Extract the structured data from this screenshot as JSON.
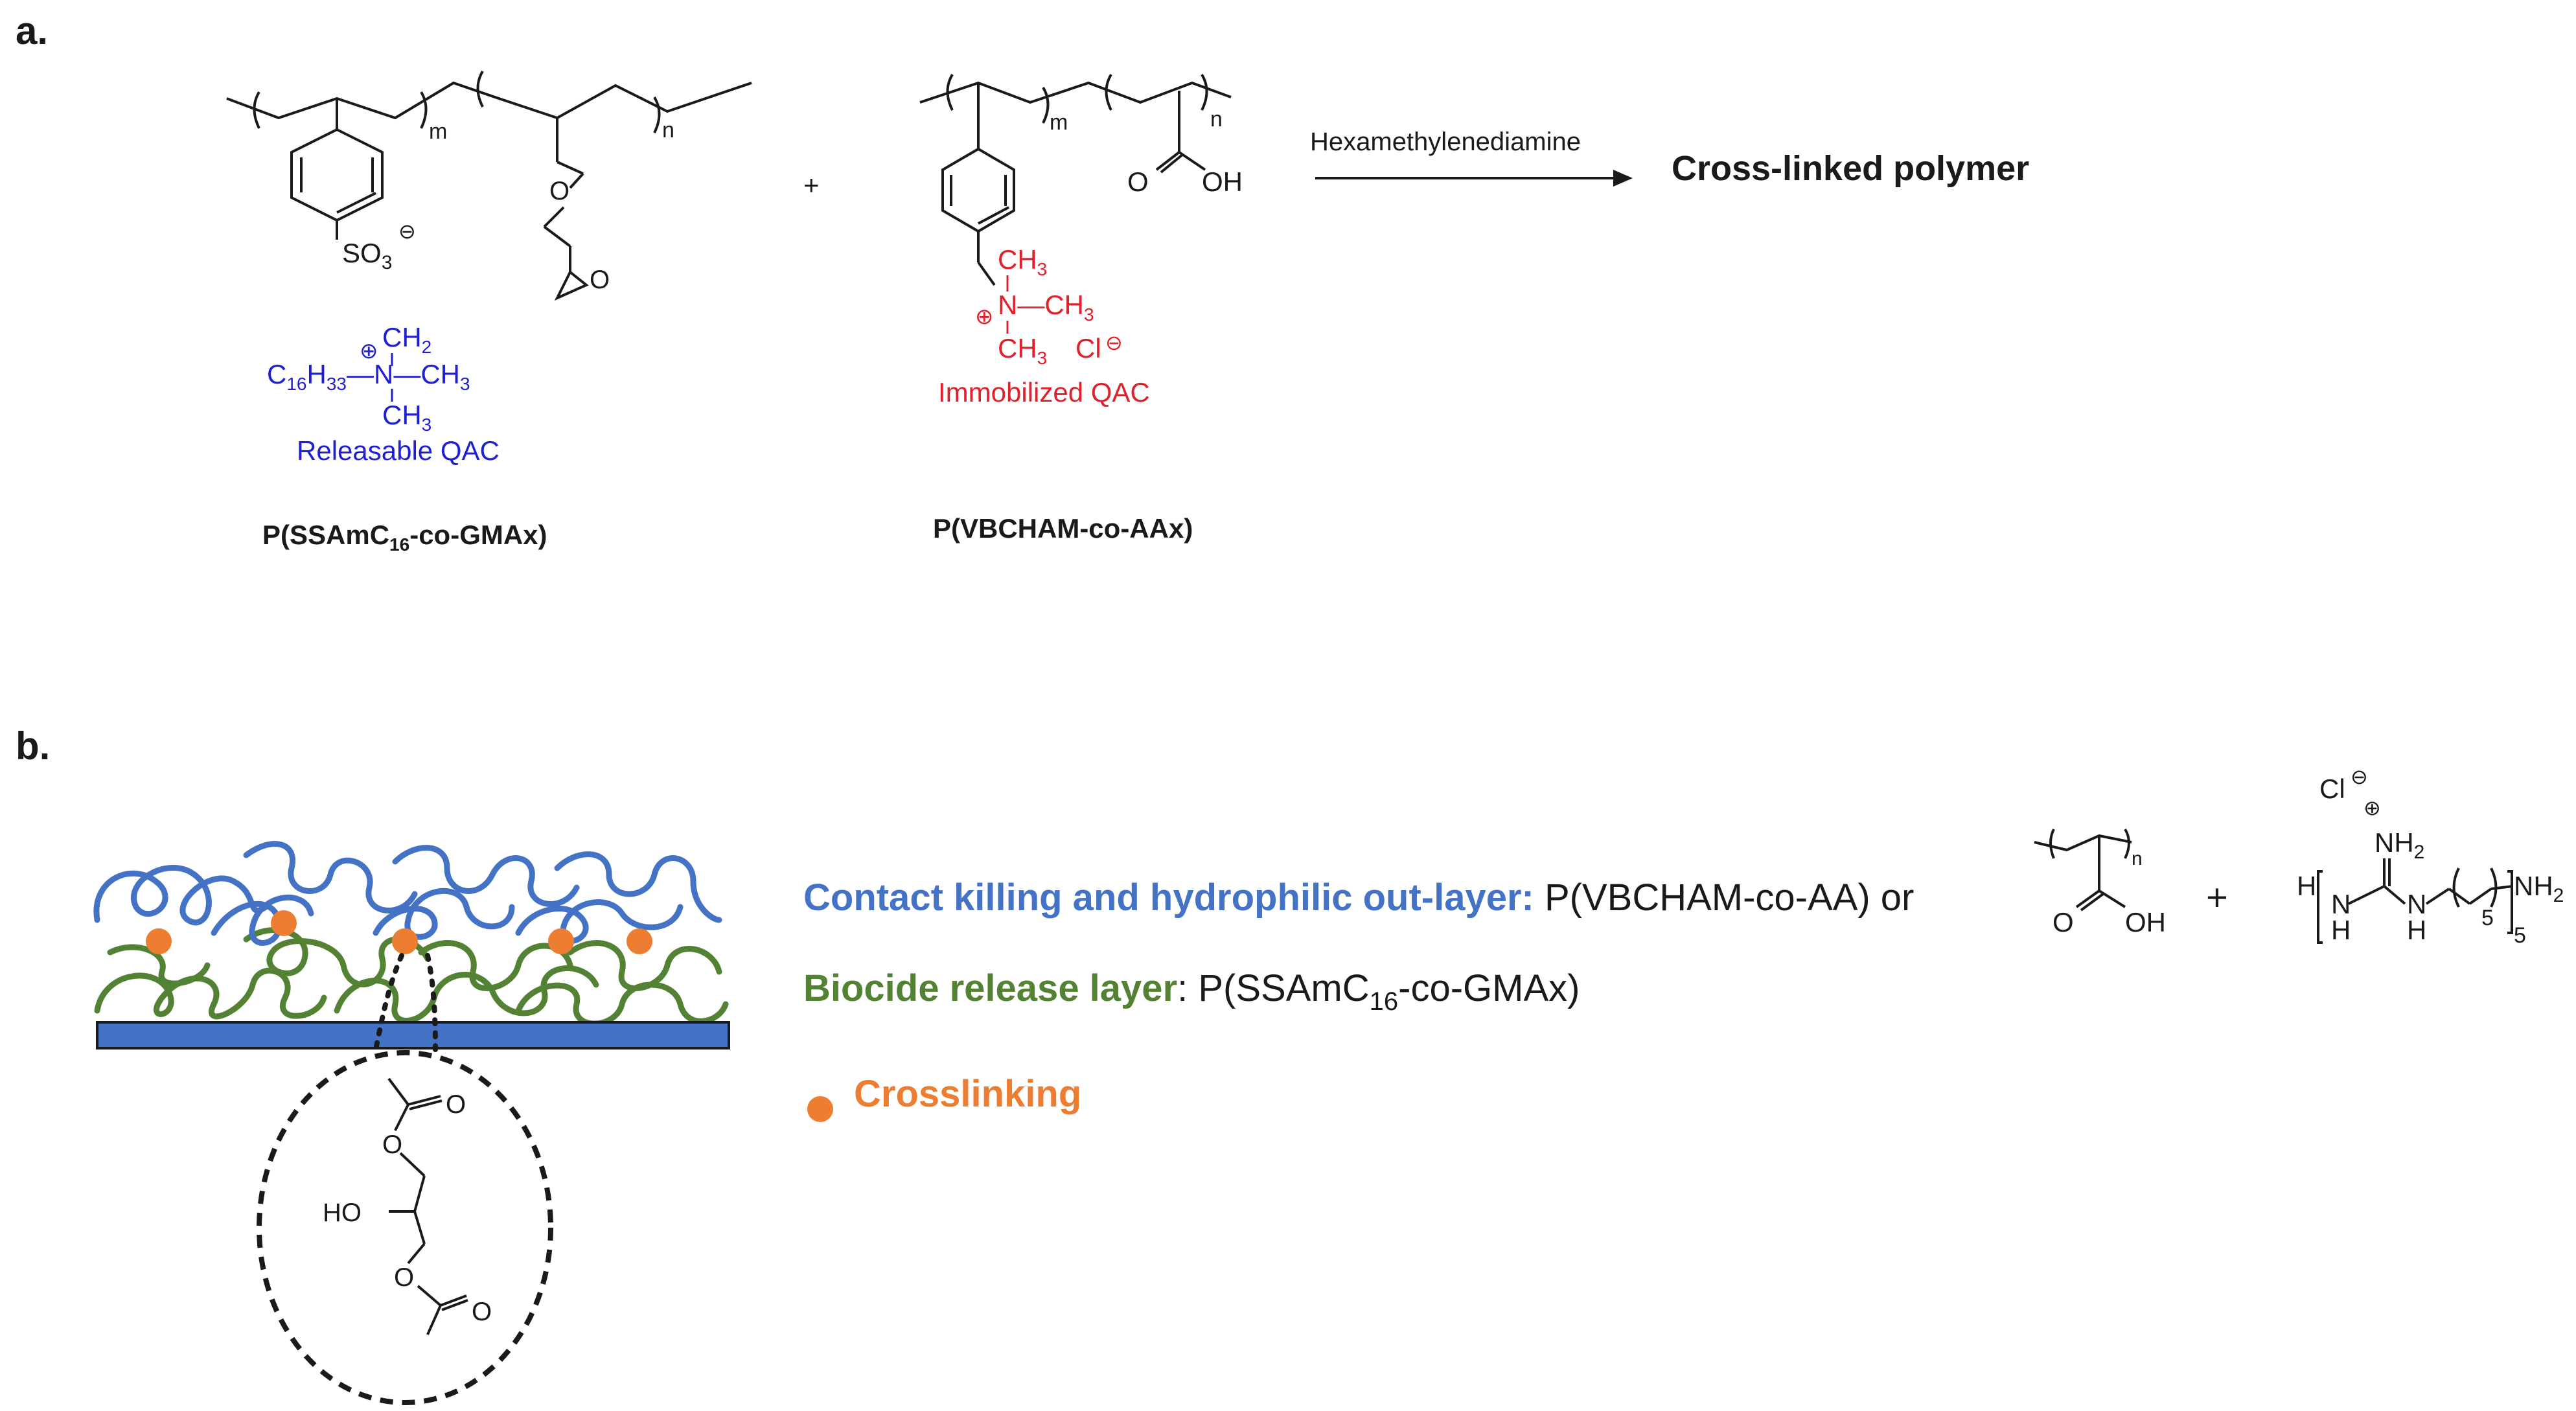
{
  "colors": {
    "blue_qac": "#1f1fd6",
    "red_qac": "#e0202a",
    "outer_blue": "#4472c4",
    "green": "#548235",
    "orange": "#ed7d31",
    "substrate": "#4472c4",
    "ink": "#1a1a1a"
  },
  "panel_a": {
    "label": "a.",
    "polymer1": {
      "sub_m": "m",
      "sub_n": "n",
      "so3": "SO",
      "so3_sub": "3",
      "counterion_minus": "⊖",
      "qac_plus": "⊕",
      "ch2": "CH",
      "ch2_sub": "2",
      "c16": "C",
      "c16_sub1": "16",
      "h33": "H",
      "h33_sub": "33",
      "n_ch3": "—N—CH",
      "n_ch3_sub": "3",
      "ch3_bottom": "CH",
      "ch3_bottom_sub": "3",
      "qac_label": "Releasable QAC",
      "epoxide_o": "O",
      "ether_o": "O",
      "name_pre": "P(SSAmC",
      "name_sub": "16",
      "name_post": "-co-GMAx)"
    },
    "plus": "+",
    "polymer2": {
      "sub_m": "m",
      "sub_n": "n",
      "cooh_o": "O",
      "cooh_oh": "OH",
      "ch3_top": "CH",
      "ch3_top_sub": "3",
      "plus_sign": "⊕",
      "n_ch3": "N—CH",
      "n_ch3_sub": "3",
      "ch3_bottom": "CH",
      "ch3_bottom_sub": "3",
      "cl": "Cl",
      "cl_minus": "⊖",
      "qac_label": "Immobilized QAC",
      "name": "P(VBCHAM-co-AAx)"
    },
    "arrow_label": "Hexamethylenediamine",
    "product": "Cross-linked polymer"
  },
  "panel_b": {
    "label": "b.",
    "outer_layer_title": "Contact killing and hydrophilic out-layer:",
    "outer_layer_rest": " P(VBCHAM-co-AA) or",
    "release_layer_title": "Biocide release layer",
    "release_layer_rest_pre": ": P(SSAmC",
    "release_layer_sub": "16",
    "release_layer_rest_post": "-co-GMAx)",
    "crosslinking_label": "Crosslinking",
    "plus": "+",
    "paa": {
      "n": "n",
      "o": "O",
      "oh": "OH"
    },
    "phmg": {
      "cl": "Cl",
      "cl_minus": "⊖",
      "plus_sign": "⊕",
      "nh2_top": "NH",
      "nh2_top_sub": "2",
      "h_left": "H",
      "n_h_1": "N",
      "h_1": "H",
      "n_h_2": "N",
      "h_2": "H",
      "inner_sub": "5",
      "outer_sub": "5",
      "nh2_right": "NH",
      "nh2_right_sub": "2"
    },
    "zoom": {
      "o1": "O",
      "o2": "O",
      "ho": "HO",
      "o3": "O",
      "o4": "O"
    }
  }
}
